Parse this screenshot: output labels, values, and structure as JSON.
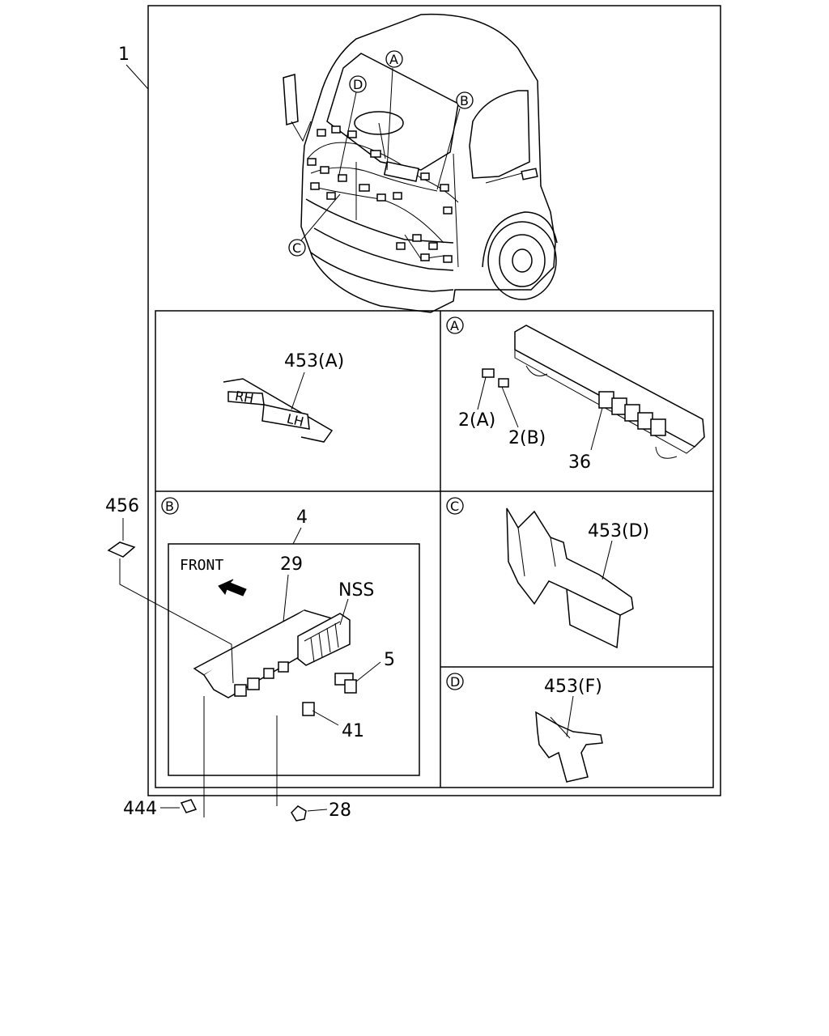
{
  "diagram": {
    "main_callout": "1",
    "view_callouts": {
      "a": "A",
      "b": "B",
      "c": "C",
      "d": "D"
    },
    "panel_top_left": {
      "part": "453(A)",
      "connector_left": "RH",
      "connector_right": "LH"
    },
    "panel_a": {
      "tag": "A",
      "parts": [
        "2(A)",
        "2(B)",
        "36"
      ]
    },
    "panel_b": {
      "tag": "B",
      "inset_callout": "4",
      "front_label": "FRONT",
      "parts": [
        "29",
        "NSS",
        "5",
        "41"
      ]
    },
    "panel_c": {
      "tag": "C",
      "part": "453(D)"
    },
    "panel_d": {
      "tag": "D",
      "part": "453(F)"
    },
    "external_parts": {
      "pad": "456",
      "clip": "444",
      "bolt": "28"
    }
  }
}
